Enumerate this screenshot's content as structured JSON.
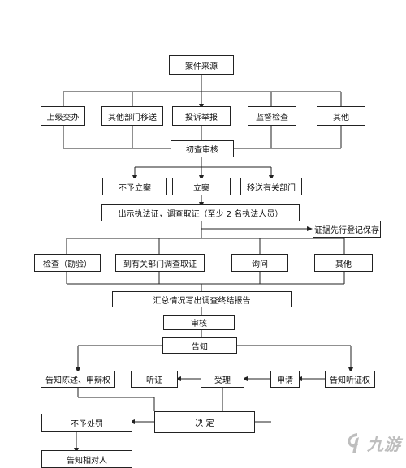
{
  "nodes": {
    "case_source": "案件来源",
    "superior": "上级交办",
    "other_dept_transfer": "其他部门移送",
    "complaint": "投诉举报",
    "supervision": "监督检查",
    "other_source": "其他",
    "initial_review": "初查审核",
    "no_case": "不予立案",
    "file_case": "立案",
    "transfer_dept": "移送有关部门",
    "show_license": "出示执法证，调查取证（至少 2 名执法人员）",
    "evidence_save": "证据先行登记保存",
    "inspection": "检查（勘验）",
    "dept_investigation": "到有关部门调查取证",
    "inquiry": "询问",
    "other_method": "其他",
    "summary": "汇总情况写出调查终结报告",
    "audit": "审核",
    "notify": "告知",
    "notify_defense": "告知陈述、申辩权",
    "hearing": "听证",
    "accept": "受理",
    "apply": "申请",
    "notify_hearing_right": "告知听证权",
    "no_punish": "不予处罚",
    "decision": "决  定",
    "notify_party": "告知相对人"
  },
  "watermark": {
    "text": "九游",
    "icon": "nine-game-logo-icon"
  }
}
